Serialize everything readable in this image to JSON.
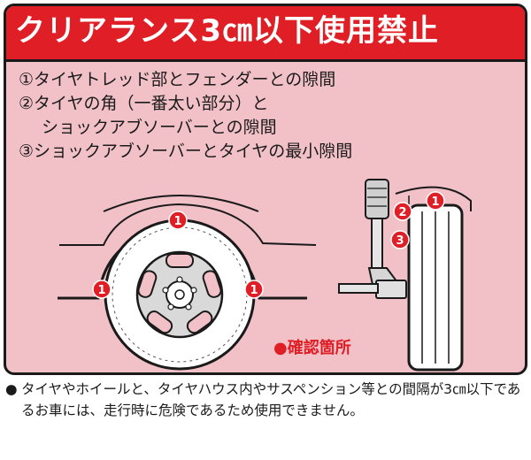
{
  "title": "クリアランス3㎝以下使用禁止",
  "items": [
    "①タイヤトレッド部とフェンダーとの隙間",
    "②タイヤの角（一番太い部分）と",
    "ショックアブソーバーとの隙間",
    "③ショックアブソーバーとタイヤの最小隙間"
  ],
  "markers": {
    "one": "1",
    "two": "2",
    "three": "3"
  },
  "legend": "●確認箇所",
  "note": {
    "bullet": "●",
    "text": "タイヤやホイールと、タイヤハウス内やサスペンション等との間隔が3㎝以下であるお車には、走行時に危険であるため使用できません。"
  },
  "colors": {
    "accent_red": "#e01e25",
    "panel_pink": "#f2c1c8",
    "ink": "#1a1a1a"
  }
}
